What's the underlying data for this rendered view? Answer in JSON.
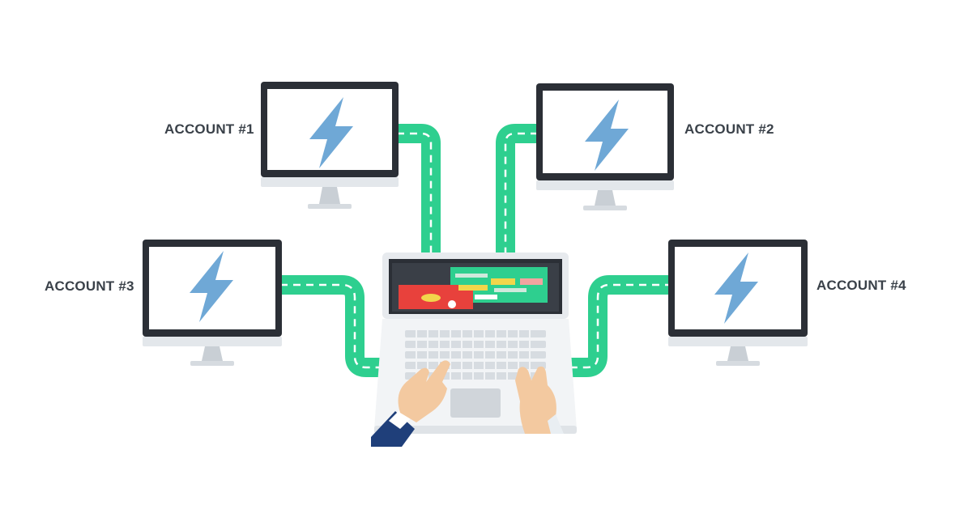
{
  "accounts": [
    {
      "label": "ACCOUNT #1"
    },
    {
      "label": "ACCOUNT #2"
    },
    {
      "label": "ACCOUNT #3"
    },
    {
      "label": "ACCOUNT #4"
    }
  ],
  "colors": {
    "connector": "#2ecf8f",
    "connector_dash": "#ffffff",
    "lightning": "#6fa8d6",
    "monitor_bezel": "#2b2f36",
    "monitor_stand": "#d6dbe0",
    "label_text": "#3a4149",
    "skin": "#f3c9a0",
    "sleeve": "#1f3f7a"
  },
  "icons": [
    "lightning-bolt-icon",
    "desktop-monitor-icon",
    "laptop-icon",
    "hands-icon"
  ]
}
